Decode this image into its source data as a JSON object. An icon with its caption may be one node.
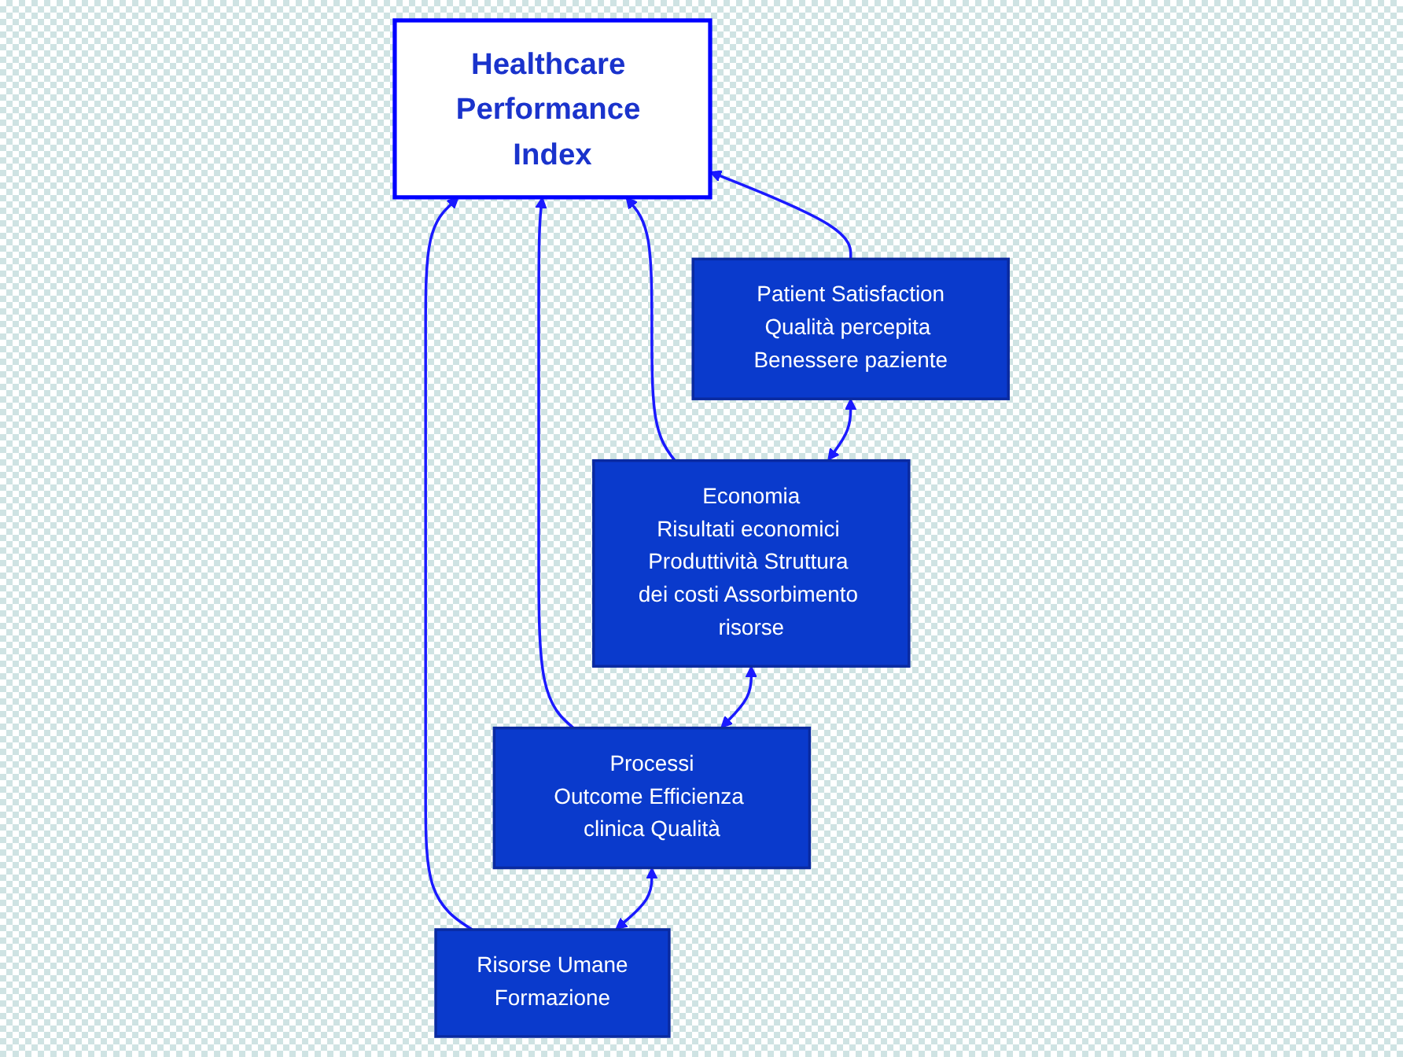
{
  "diagram": {
    "nodes": [
      {
        "text": [
          "Healthcare Performance Index"
        ]
      },
      {
        "text": [
          "Risorse Umane",
          "Formazione"
        ]
      },
      {
        "text": [
          "Processi",
          "Outcome Efficienza clinica Qualità"
        ]
      },
      {
        "text": [
          "Economia",
          "Risultati economici Produttività Struttura dei costi Assorbimento risorse"
        ]
      },
      {
        "text": [
          "Patient Satisfaction",
          "Qualità percepita Benessere paziente"
        ]
      }
    ],
    "edges": [
      {
        "from": 1,
        "to": 0,
        "arrow": "to"
      },
      {
        "from": 2,
        "to": 0,
        "arrow": "to"
      },
      {
        "from": 3,
        "to": 0,
        "arrow": "to"
      },
      {
        "from": 4,
        "to": 0,
        "arrow": "to"
      },
      {
        "from": 1,
        "to": 2,
        "arrow": "both"
      },
      {
        "from": 2,
        "to": 3,
        "arrow": "both"
      },
      {
        "from": 3,
        "to": 4,
        "arrow": "both"
      }
    ]
  }
}
